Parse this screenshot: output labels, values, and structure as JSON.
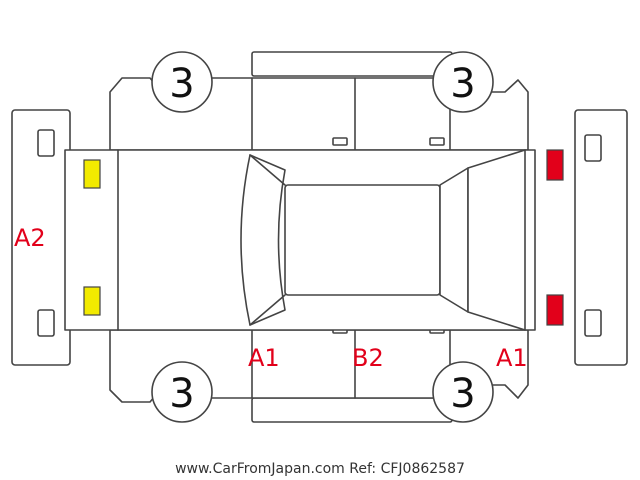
{
  "wheels": {
    "front_left": "3",
    "front_right": "3",
    "rear_left": "3",
    "rear_right": "3"
  },
  "damage_codes": {
    "left_side": "A2",
    "bottom_left_door": "A1",
    "bottom_center_door": "B2",
    "bottom_right": "A1"
  },
  "footer": "www.CarFromJapan.com Ref: CFJ0862587",
  "colors": {
    "code_text": "#e2001a",
    "front_lights": "#f2ea00",
    "rear_lights": "#e2001a",
    "outline": "#444444"
  },
  "icons": {
    "front_lights": "yellow-headlight-marker",
    "rear_lights": "red-taillight-marker"
  }
}
